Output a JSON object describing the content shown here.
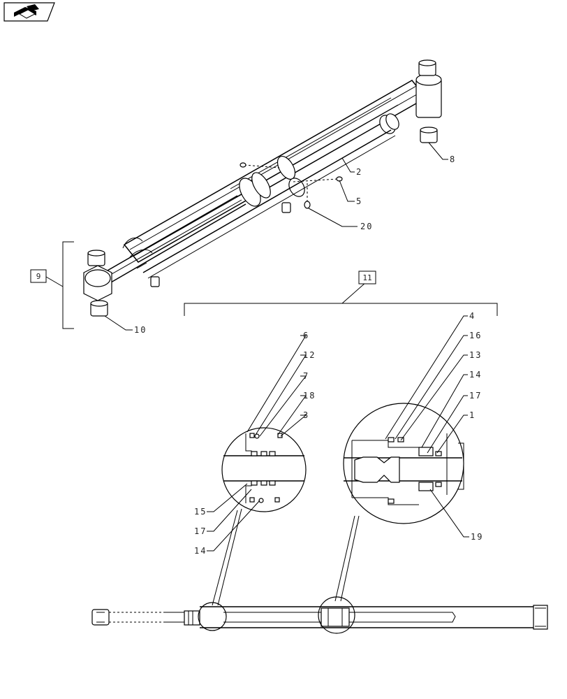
{
  "nav": {
    "icon": "open-book-arrow-icon"
  },
  "callouts": {
    "c8": "8",
    "c2": "2",
    "c5": "5",
    "c20": "20",
    "c10": "10",
    "c4": "4",
    "c16": "16",
    "c13": "13",
    "c14a": "14",
    "c17a": "17",
    "c1": "1",
    "c19": "19",
    "c6": "6",
    "c12": "12",
    "c7": "7",
    "c18": "18",
    "c3": "3",
    "c15": "15",
    "c17b": "17",
    "c14b": "14"
  },
  "boxes": {
    "b9": "9",
    "b11": "11"
  }
}
